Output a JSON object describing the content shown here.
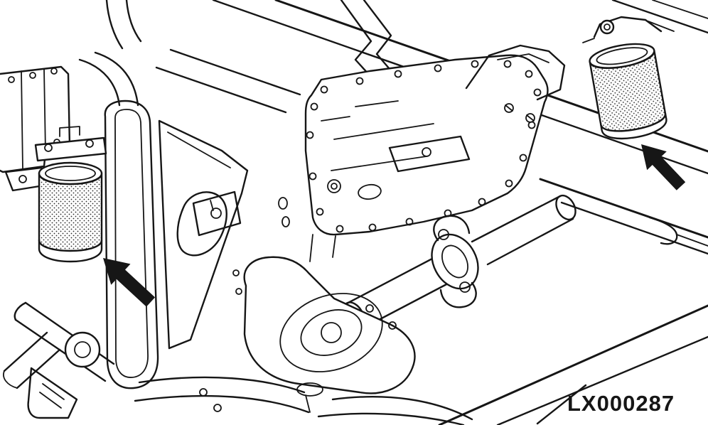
{
  "figure": {
    "code": "LX000287",
    "description": "underbody line-art diagram showing two cylindrical sensor canisters on the frame, indicated by solid callout arrows",
    "colors": {
      "line": "#161616",
      "background": "#ffffff",
      "arrow_fill": "#0a0a0a"
    },
    "callouts": [
      {
        "id": "left",
        "icon": "left-callout-arrow-icon",
        "points_to": "left-sensor-canister"
      },
      {
        "id": "right",
        "icon": "right-callout-arrow-icon",
        "points_to": "right-sensor-canister"
      }
    ],
    "components": [
      "frame-rail",
      "left-sensor-canister",
      "right-sensor-canister",
      "transmission-oil-pan",
      "crossmember-bracket",
      "propeller-shaft",
      "universal-joint",
      "transfer-case",
      "frame-strap",
      "frame-gusset",
      "control-lever",
      "mount-bracket"
    ]
  }
}
